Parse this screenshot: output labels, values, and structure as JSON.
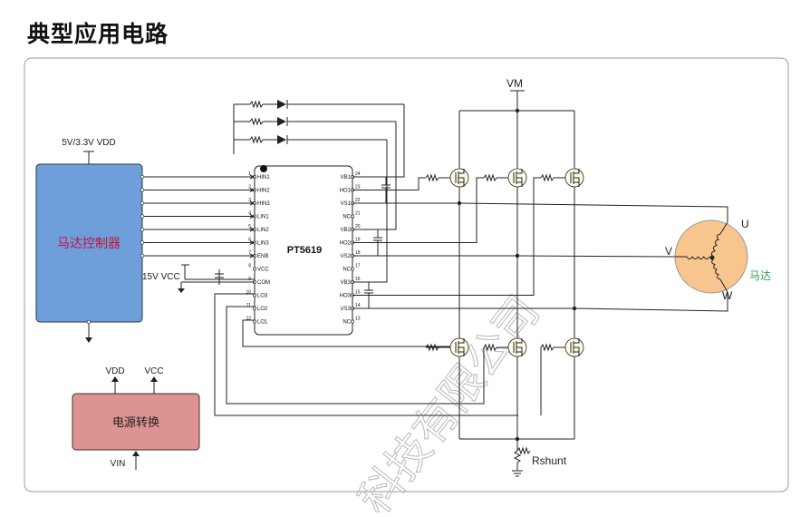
{
  "title": "典型应用电路",
  "mcu": {
    "label": "马达控制器",
    "supply": "5V/3.3V VDD",
    "color": "#6f9fdb"
  },
  "power": {
    "label": "电源转换",
    "vdd": "VDD",
    "vcc": "VCC",
    "vin": "VIN",
    "color": "#dd9391"
  },
  "ic": {
    "name": "PT5619",
    "left_pins": [
      {
        "num": "1",
        "name": "HIN1"
      },
      {
        "num": "2",
        "name": "HIN2"
      },
      {
        "num": "3",
        "name": "HIN3"
      },
      {
        "num": "4",
        "name": "LIN1"
      },
      {
        "num": "5",
        "name": "LIN2"
      },
      {
        "num": "6",
        "name": "LIN3"
      },
      {
        "num": "7",
        "name": "ENB"
      },
      {
        "num": "8",
        "name": "VCC"
      },
      {
        "num": "9",
        "name": "COM"
      },
      {
        "num": "10",
        "name": "LO3"
      },
      {
        "num": "11",
        "name": "LO2"
      },
      {
        "num": "12",
        "name": "LO1"
      }
    ],
    "right_pins": [
      {
        "num": "24",
        "name": "VB1"
      },
      {
        "num": "23",
        "name": "HO1"
      },
      {
        "num": "22",
        "name": "VS1"
      },
      {
        "num": "21",
        "name": "NC"
      },
      {
        "num": "20",
        "name": "VB2"
      },
      {
        "num": "19",
        "name": "HO2"
      },
      {
        "num": "18",
        "name": "VS2"
      },
      {
        "num": "17",
        "name": "NC"
      },
      {
        "num": "16",
        "name": "VB3"
      },
      {
        "num": "15",
        "name": "HO3"
      },
      {
        "num": "14",
        "name": "VS3"
      },
      {
        "num": "13",
        "name": "NC"
      }
    ]
  },
  "labels": {
    "vcc15": "15V VCC",
    "vm": "VM",
    "rshunt": "Rshunt",
    "u": "U",
    "v": "V",
    "w": "W",
    "motor": "马达"
  },
  "watermark": "科技有限公司",
  "colors": {
    "motor_fill": "#f8c58f",
    "motor_text": "#2a9d5c",
    "mcu_text": "#c0143c",
    "box_border": "#999999"
  }
}
